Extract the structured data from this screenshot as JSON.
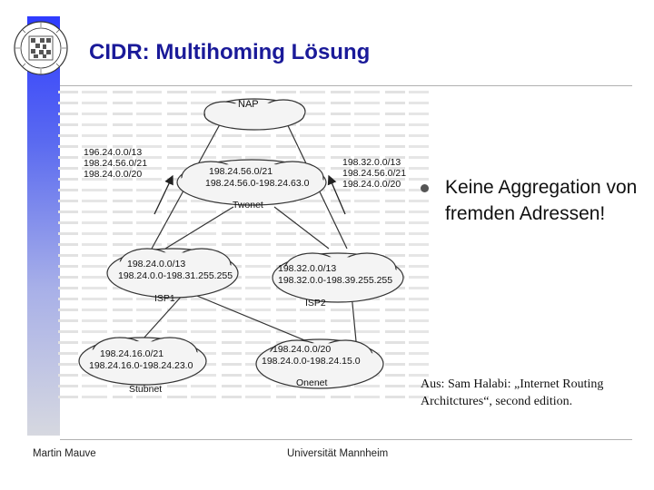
{
  "slide": {
    "title": "CIDR: Multihoming Lösung",
    "bullet": "Keine Aggregation von fremden Adressen!",
    "caption": "Aus: Sam Halabi: „Internet Routing Architctures“, second edition."
  },
  "diagram": {
    "nap": "NAP",
    "twonet": "Twonet",
    "twonet_line1": "198.24.56.0/21",
    "twonet_line2": "198.24.56.0-198.24.63.0",
    "isp1": "ISP1",
    "isp1_line1": "198.24.0.0/13",
    "isp1_line2": "198.24.0.0-198.31.255.255",
    "isp2": "ISP2",
    "isp2_line1": "198.32.0.0/13",
    "isp2_line2": "198.32.0.0-198.39.255.255",
    "stubnet": "Stubnet",
    "stubnet_line1": "198.24.16.0/21",
    "stubnet_line2": "198.24.16.0-198.24.23.0",
    "onenet": "Onenet",
    "onenet_line1": "198.24.0.0/20",
    "onenet_line2": "198.24.0.0-198.24.15.0",
    "left_ads": [
      "196.24.0.0/13",
      "198.24.56.0/21",
      "198.24.0.0/20"
    ],
    "right_ads": [
      "198.32.0.0/13",
      "198.24.56.0/21",
      "198.24.0.0/20"
    ]
  },
  "footer": {
    "left": "Martin Mauve",
    "center": "Universität Mannheim"
  },
  "colors": {
    "title": "#1a1a99",
    "sidebar_top": "#2f3cff",
    "sidebar_bottom": "#d6d8e0"
  }
}
